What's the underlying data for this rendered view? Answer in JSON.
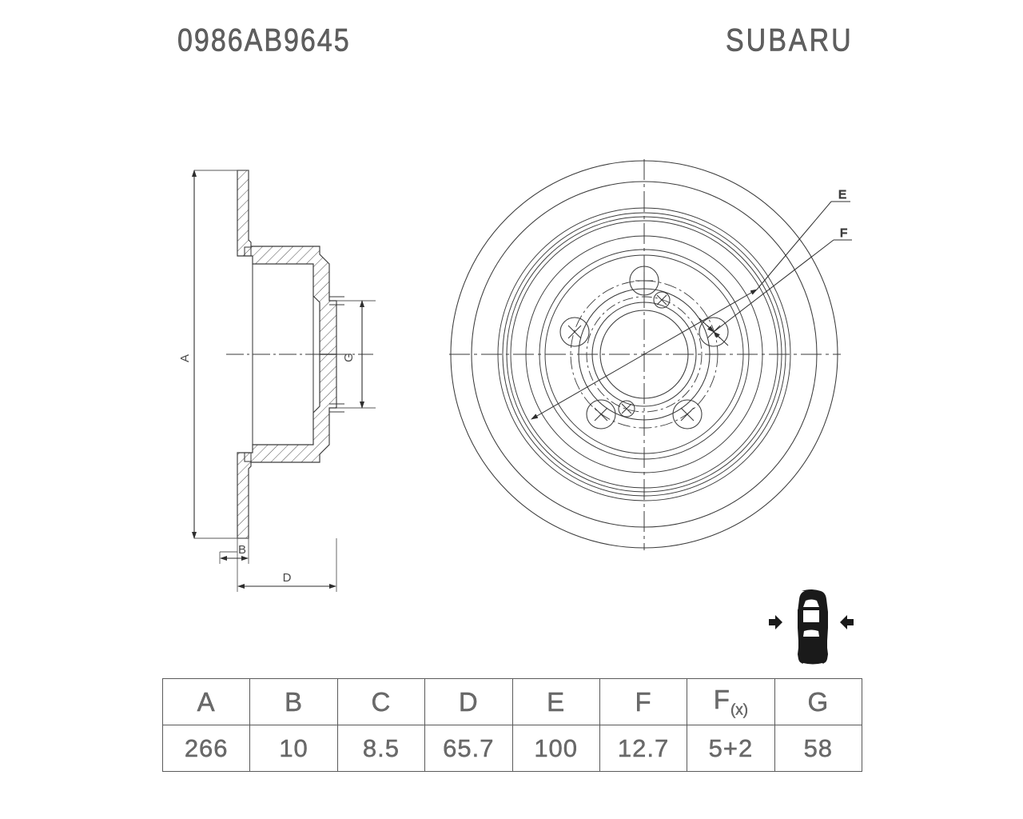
{
  "header": {
    "part_number": "0986AB9645",
    "brand": "SUBARU"
  },
  "drawing": {
    "section_view": {
      "name": "cross-section-view",
      "dimension_labels": [
        "A",
        "B",
        "D",
        "G"
      ]
    },
    "front_view": {
      "name": "front-face-view",
      "leader_labels": [
        "E",
        "F"
      ]
    },
    "vehicle_icon": {
      "name": "car-rear-axle-icon",
      "description": "car-top-view-with-rear-axle-arrows"
    }
  },
  "spec_table": {
    "headers": [
      "A",
      "B",
      "C",
      "D",
      "E",
      "F",
      "F",
      "G"
    ],
    "header_subscripts": [
      "",
      "",
      "",
      "",
      "",
      "",
      "(x)",
      ""
    ],
    "values": [
      "266",
      "10",
      "8.5",
      "65.7",
      "100",
      "12.7",
      "5+2",
      "58"
    ]
  },
  "colors": {
    "line": "#3a3a3a",
    "text": "#606060",
    "background": "#ffffff",
    "icon": "#1a1a1a"
  }
}
